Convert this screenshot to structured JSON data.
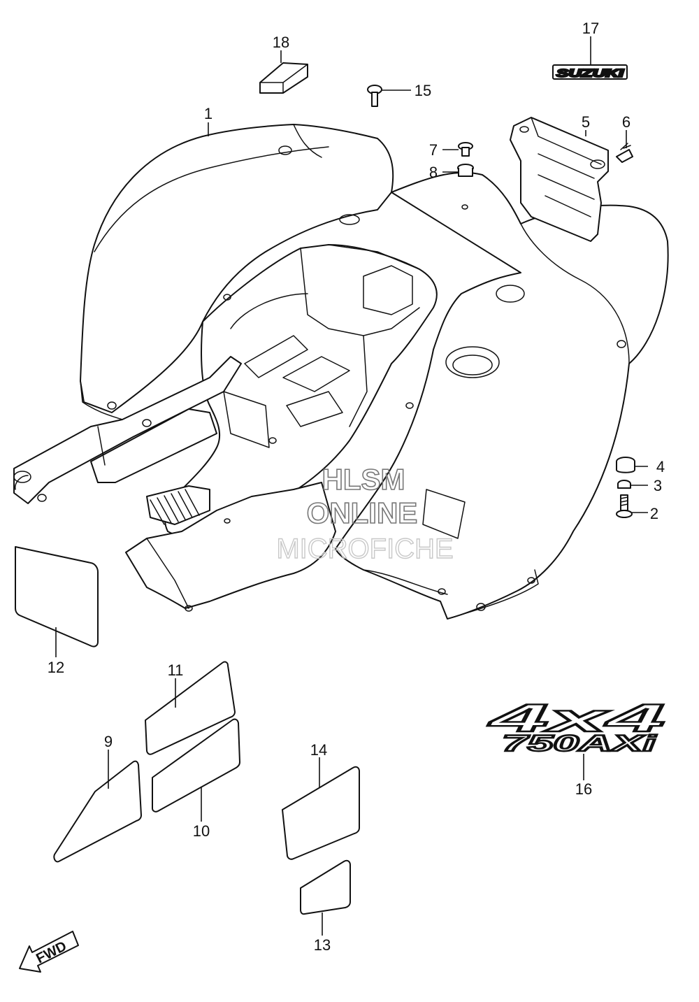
{
  "callouts": [
    {
      "id": "1",
      "label": "1"
    },
    {
      "id": "2",
      "label": "2"
    },
    {
      "id": "3",
      "label": "3"
    },
    {
      "id": "4",
      "label": "4"
    },
    {
      "id": "5",
      "label": "5"
    },
    {
      "id": "6",
      "label": "6"
    },
    {
      "id": "7",
      "label": "7"
    },
    {
      "id": "8",
      "label": "8"
    },
    {
      "id": "9",
      "label": "9"
    },
    {
      "id": "10",
      "label": "10"
    },
    {
      "id": "11",
      "label": "11"
    },
    {
      "id": "12",
      "label": "12"
    },
    {
      "id": "13",
      "label": "13"
    },
    {
      "id": "14",
      "label": "14"
    },
    {
      "id": "15",
      "label": "15"
    },
    {
      "id": "16",
      "label": "16"
    },
    {
      "id": "17",
      "label": "17"
    },
    {
      "id": "18",
      "label": "18"
    }
  ],
  "emblems": {
    "suzuki": "SUZUKI",
    "model_top": "4x4",
    "model_bottom": "750AXi"
  },
  "direction_arrow": "FWD",
  "watermark": {
    "line1": "HLSM",
    "line2": "ONLINE",
    "line3": "MICROFICHE"
  }
}
